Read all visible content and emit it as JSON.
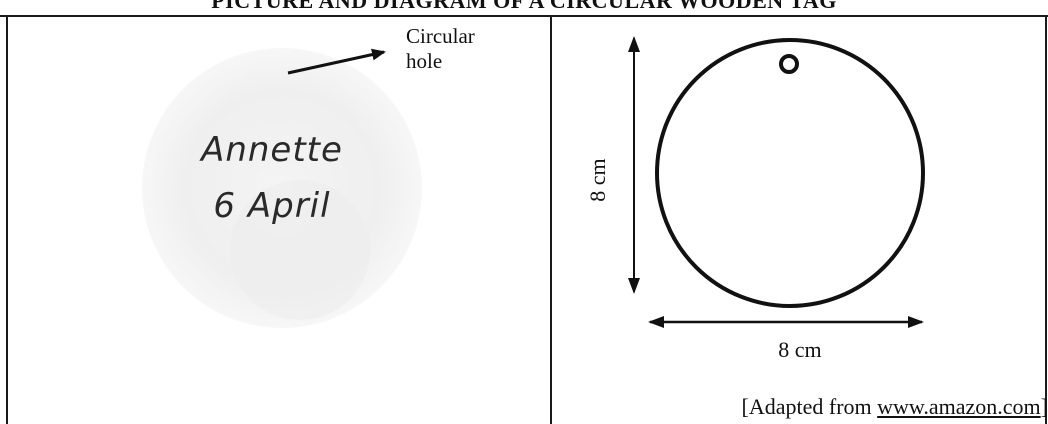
{
  "title": "PICTURE AND DIAGRAM OF A CIRCULAR WOODEN TAG",
  "photo_panel": {
    "hole_label_line1": "Circular",
    "hole_label_line2": "hole",
    "tag_name": "Annette",
    "tag_date": "6 April"
  },
  "diagram_panel": {
    "vertical_dimension": "8 cm",
    "horizontal_dimension": "8 cm"
  },
  "source": {
    "prefix": "[Adapted from ",
    "url_text": "www.amazon.com",
    "suffix": "]"
  }
}
